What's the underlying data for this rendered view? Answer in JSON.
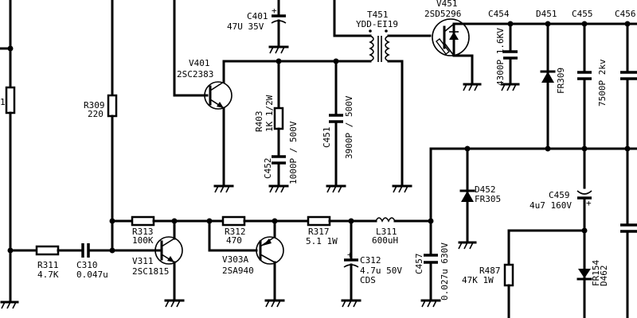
{
  "diagram": {
    "type": "circuit-schematic",
    "title": "Horizontal deflection / flyback stage",
    "components": {
      "R309": {
        "ref": "R309",
        "value": "220"
      },
      "R311": {
        "ref": "R311",
        "value": "4.7K"
      },
      "R313": {
        "ref": "R313",
        "value": "100K"
      },
      "R312": {
        "ref": "R312",
        "value": "470"
      },
      "R317": {
        "ref": "R317",
        "value": "5.1  1W"
      },
      "R403": {
        "ref": "R403",
        "value": "1K 1/2W"
      },
      "R487": {
        "ref": "R487",
        "value": "47K  1W"
      },
      "C310": {
        "ref": "C310",
        "value": "0.047u"
      },
      "C312": {
        "ref": "C312",
        "value": "4.7u  50V",
        "extra": "CDS"
      },
      "C401": {
        "ref": "C401",
        "value": "47U  35V"
      },
      "C451": {
        "ref": "C451",
        "value": "3900P / 500V"
      },
      "C452": {
        "ref": "C452",
        "value": "1000P / 500V"
      },
      "C454": {
        "ref": "C454",
        "value": "4300P  1.6KV"
      },
      "C455": {
        "ref": "C455",
        "value": "7500P  2kv"
      },
      "C456": {
        "ref": "C456",
        "value": ""
      },
      "C457": {
        "ref": "C457",
        "value": "0.027u  630V"
      },
      "C459": {
        "ref": "C459",
        "value": "4u7  160V"
      },
      "L311": {
        "ref": "L311",
        "value": "600uH"
      },
      "T451": {
        "ref": "T451",
        "value": "YDD-EI19"
      },
      "V311": {
        "ref": "V311",
        "value": "2SC1815"
      },
      "V303A": {
        "ref": "V303A",
        "value": "2SA940"
      },
      "V401": {
        "ref": "V401",
        "value": "2SC2383"
      },
      "V451": {
        "ref": "V451",
        "value": "2SD5296"
      },
      "D451": {
        "ref": "D451",
        "value": "FR309"
      },
      "D452": {
        "ref": "D452",
        "value": "FR305"
      },
      "D462": {
        "ref": "D462",
        "value": "FR154"
      },
      "R_left_partial": {
        "ref": "1",
        "value": ""
      }
    },
    "symbols": {
      "plus": "+"
    }
  }
}
